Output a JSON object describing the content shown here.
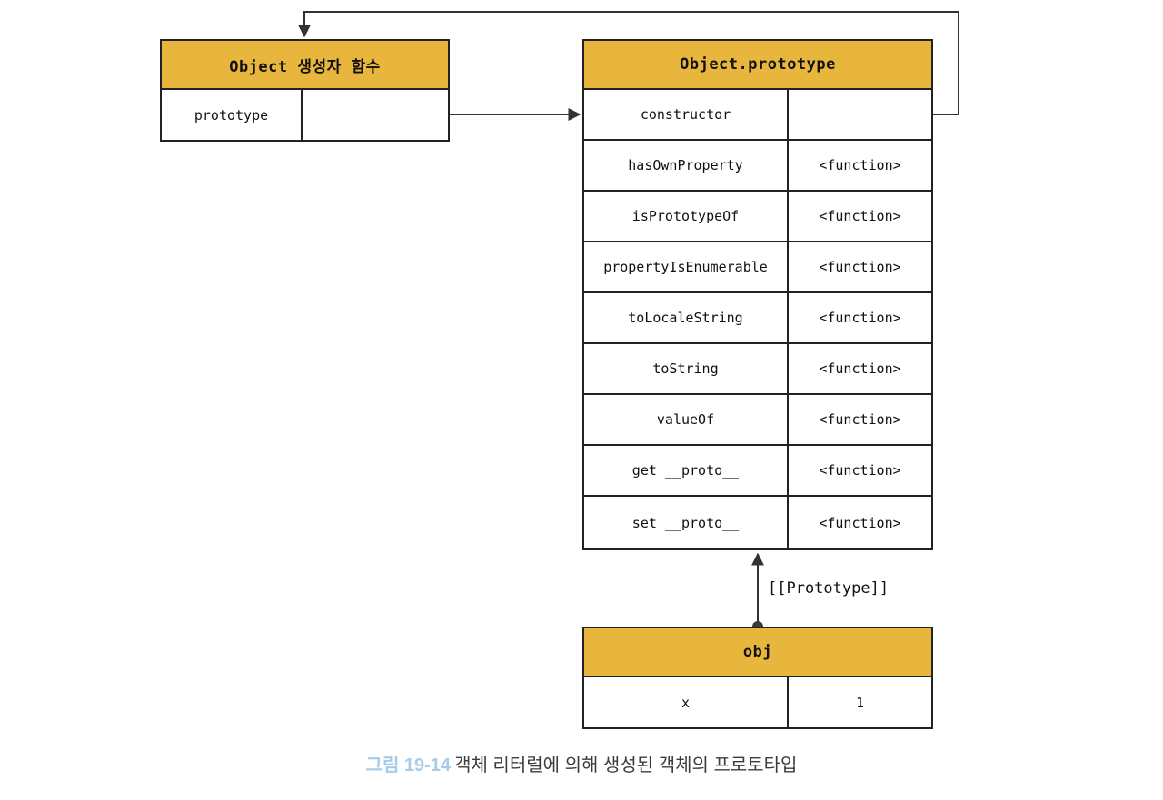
{
  "diagram": {
    "title_caption": {
      "figure_number": "그림 19-14",
      "text": "객체 리터럴에 의해 생성된 객체의 프로토타입"
    },
    "colors": {
      "header_fill": "#E8B63C",
      "border": "#222222",
      "caption_figure_number": "#A6CCEA",
      "connector": "#333333"
    },
    "boxes": {
      "constructor_fn": {
        "header": "Object 생성자 함수",
        "rows": [
          {
            "key": "prototype",
            "value": ""
          }
        ]
      },
      "object_prototype": {
        "header": "Object.prototype",
        "rows": [
          {
            "key": "constructor",
            "value": ""
          },
          {
            "key": "hasOwnProperty",
            "value": "<function>"
          },
          {
            "key": "isPrototypeOf",
            "value": "<function>"
          },
          {
            "key": "propertyIsEnumerable",
            "value": "<function>"
          },
          {
            "key": "toLocaleString",
            "value": "<function>"
          },
          {
            "key": "toString",
            "value": "<function>"
          },
          {
            "key": "valueOf",
            "value": "<function>"
          },
          {
            "key": "get __proto__",
            "value": "<function>"
          },
          {
            "key": "set __proto__",
            "value": "<function>"
          }
        ]
      },
      "obj": {
        "header": "obj",
        "rows": [
          {
            "key": "x",
            "value": "1"
          }
        ]
      }
    },
    "edges": [
      {
        "id": "prototype-to-object-prototype",
        "label": "",
        "from": "constructor_fn.prototype",
        "to": "object_prototype"
      },
      {
        "id": "constructor-to-constructor-fn",
        "label": "",
        "from": "object_prototype.constructor",
        "to": "constructor_fn"
      },
      {
        "id": "obj-to-object-prototype",
        "label": "[[Prototype]]",
        "from": "obj",
        "to": "object_prototype"
      }
    ]
  }
}
